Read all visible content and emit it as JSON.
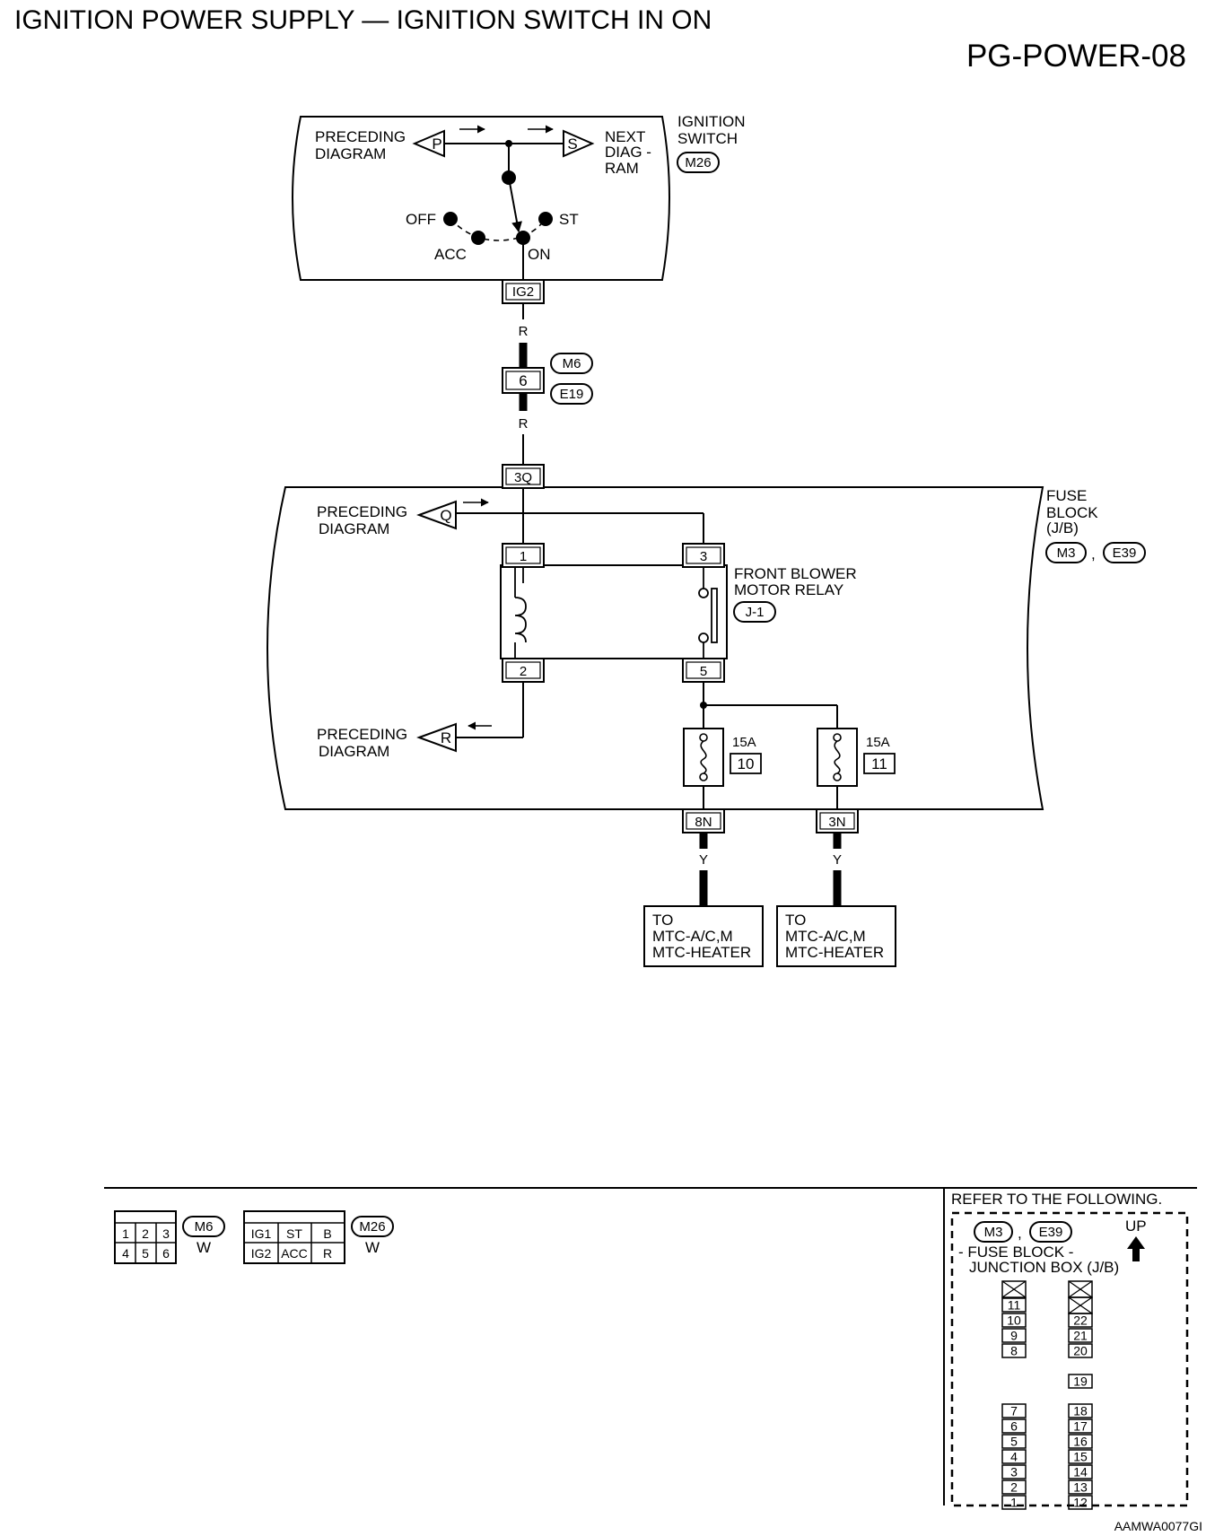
{
  "page": {
    "title": "IGNITION POWER SUPPLY — IGNITION SWITCH IN ON",
    "code": "PG-POWER-08",
    "figure_id": "AAMWA0077GI"
  },
  "ignition_switch": {
    "label_1": "IGNITION",
    "label_2": "SWITCH",
    "connector": "M26",
    "preceding_1": "PRECEDING",
    "preceding_2": "DIAGRAM",
    "arrow_p": "P",
    "arrow_s": "S",
    "next_1": "NEXT",
    "next_2": "DIAG -",
    "next_3": "RAM",
    "pos_off": "OFF",
    "pos_acc": "ACC",
    "pos_on": "ON",
    "pos_st": "ST",
    "terminal": "IG2"
  },
  "wiring": {
    "color_r": "R",
    "color_y": "Y",
    "joint_pin": "6",
    "joint_m": "M6",
    "joint_e": "E19"
  },
  "fuse_block": {
    "label_1": "FUSE",
    "label_2": "BLOCK",
    "label_3": "(J/B)",
    "conn_1": "M3",
    "conn_2": "E39",
    "sep": ",",
    "in_term": "3Q",
    "preceding_1": "PRECEDING",
    "preceding_2": "DIAGRAM",
    "arrow_q": "Q",
    "arrow_r": "R",
    "relay_1": "FRONT BLOWER",
    "relay_2": "MOTOR RELAY",
    "relay_id": "J-1",
    "pin_1": "1",
    "pin_2": "2",
    "pin_3": "3",
    "pin_5": "5",
    "fuse_a_amp": "15A",
    "fuse_a_no": "10",
    "fuse_b_amp": "15A",
    "fuse_b_no": "11",
    "out_a": "8N",
    "out_b": "3N"
  },
  "destinations": {
    "a_1": "TO",
    "a_2": "MTC-A/C,M",
    "a_3": "MTC-HEATER",
    "b_1": "TO",
    "b_2": "MTC-A/C,M",
    "b_3": "MTC-HEATER"
  },
  "connectors": {
    "m6_cells": [
      "1",
      "2",
      "3",
      "4",
      "5",
      "6"
    ],
    "m6_id": "M6",
    "m6_color": "W",
    "m26_cells": [
      "IG1",
      "ST",
      "B",
      "IG2",
      "ACC",
      "R"
    ],
    "m26_id": "M26",
    "m26_color": "W"
  },
  "reference": {
    "heading": "REFER TO THE FOLLOWING.",
    "conn_1": "M3",
    "conn_2": "E39",
    "sep": ",",
    "up": "UP",
    "name_1": "- FUSE BLOCK -",
    "name_2": "JUNCTION BOX (J/B)",
    "left_top": [
      "11",
      "10",
      "9",
      "8"
    ],
    "left_bottom": [
      "7",
      "6",
      "5",
      "4",
      "3",
      "2",
      "1"
    ],
    "right_top": [
      "22",
      "21",
      "20"
    ],
    "right_mid": "19",
    "right_bottom": [
      "18",
      "17",
      "16",
      "15",
      "14",
      "13",
      "12"
    ]
  }
}
